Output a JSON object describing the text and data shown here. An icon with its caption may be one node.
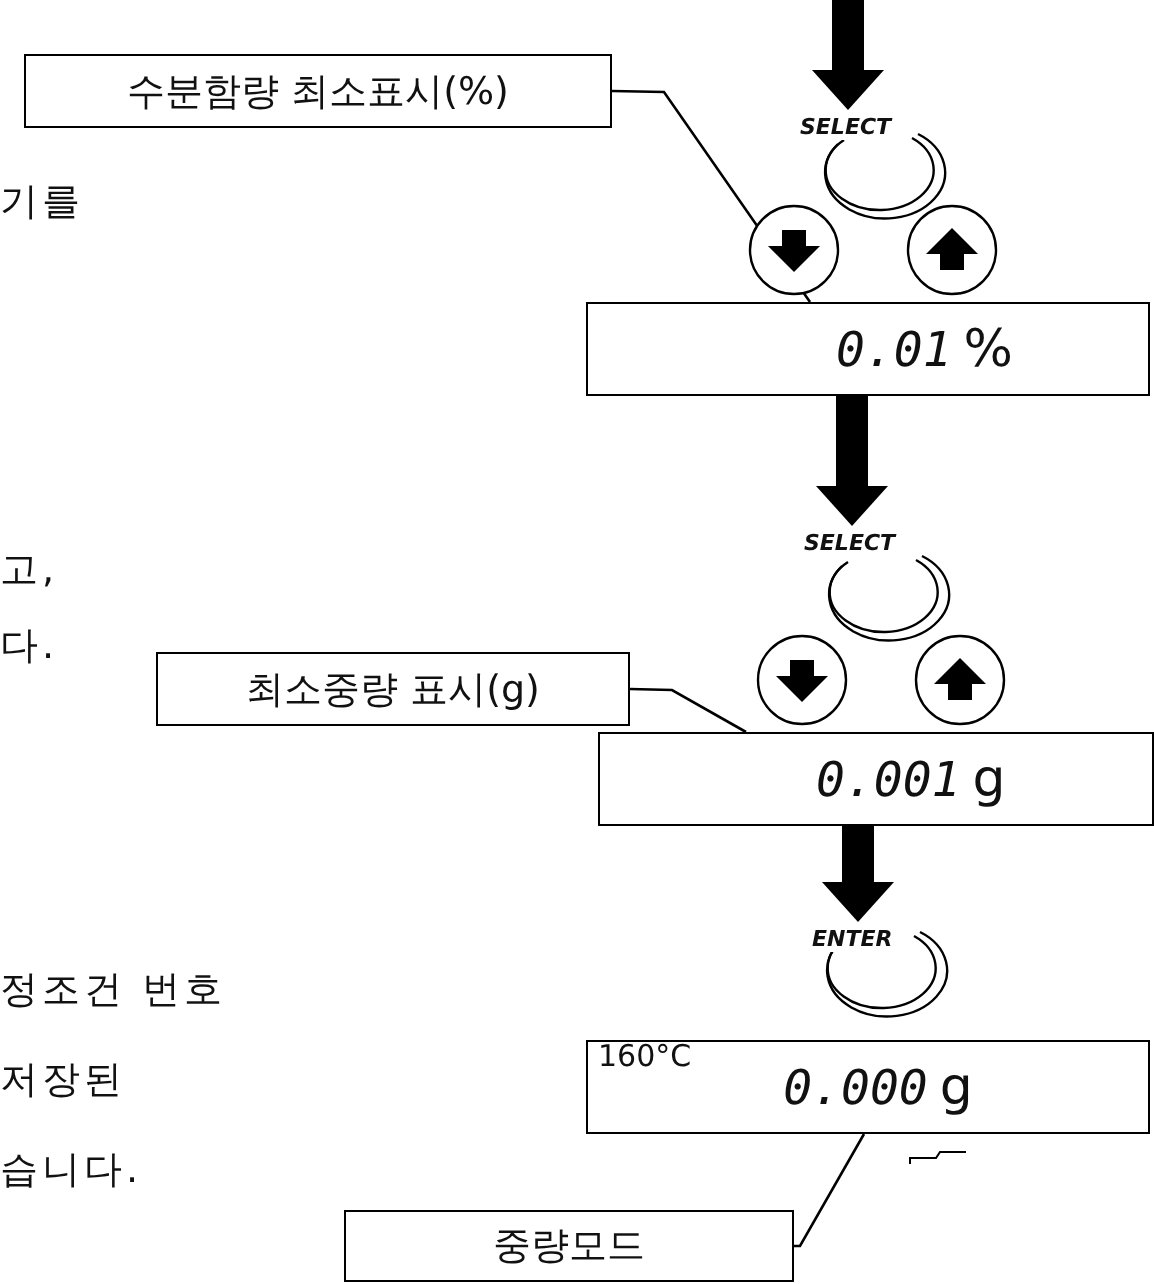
{
  "diagram": {
    "nodes": [
      {
        "text": [
          "수분함량 최소표시(%)"
        ]
      },
      {
        "text": [
          "SELECT"
        ]
      },
      {
        "text": [
          "0.01",
          "%"
        ]
      },
      {
        "text": [
          "SELECT"
        ]
      },
      {
        "text": [
          "최소중량 표시(g)"
        ]
      },
      {
        "text": [
          "0.001",
          "g"
        ]
      },
      {
        "text": [
          "ENTER"
        ]
      },
      {
        "text": [
          "160°C",
          "0.000",
          "g"
        ]
      },
      {
        "text": [
          "중량모드"
        ]
      }
    ],
    "edges": [
      {
        "from": null,
        "to": 1,
        "arrow": "to",
        "style": "thick"
      },
      {
        "from": 0,
        "to": 2,
        "arrow": "none"
      },
      {
        "from": 2,
        "to": 3,
        "arrow": "to",
        "style": "thick"
      },
      {
        "from": 4,
        "to": 5,
        "arrow": "none"
      },
      {
        "from": 5,
        "to": 6,
        "arrow": "to",
        "style": "thick"
      },
      {
        "from": 8,
        "to": 7,
        "arrow": "none"
      }
    ],
    "labels": [
      "기를",
      "고,",
      "다.",
      "정조건 번호",
      "저장된",
      "습니다."
    ]
  }
}
